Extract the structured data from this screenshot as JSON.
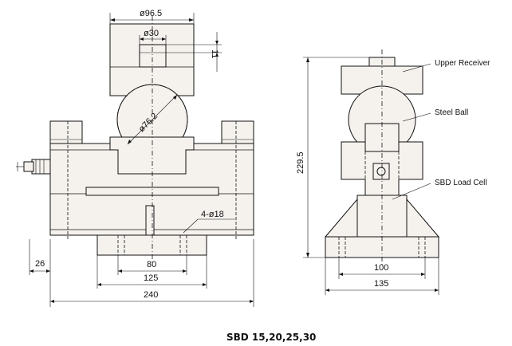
{
  "drawing": {
    "caption": "SBD 15,20,25,30",
    "front_view": {
      "dim_top_width": "ø96.5",
      "dim_receiver_hole": "ø30",
      "dim_receiver_depth": "11",
      "dim_ball": "ø76.2",
      "dim_holes": "4-ø18",
      "dim_offset": "26",
      "dim_inner": "80",
      "dim_mid": "125",
      "dim_overall": "240"
    },
    "side_view": {
      "dim_height": "229.5",
      "dim_inner": "100",
      "dim_base": "135",
      "label_upper_receiver": "Upper Receiver",
      "label_steel_ball": "Steel Ball",
      "label_load_cell": "SBD Load Cell"
    }
  }
}
